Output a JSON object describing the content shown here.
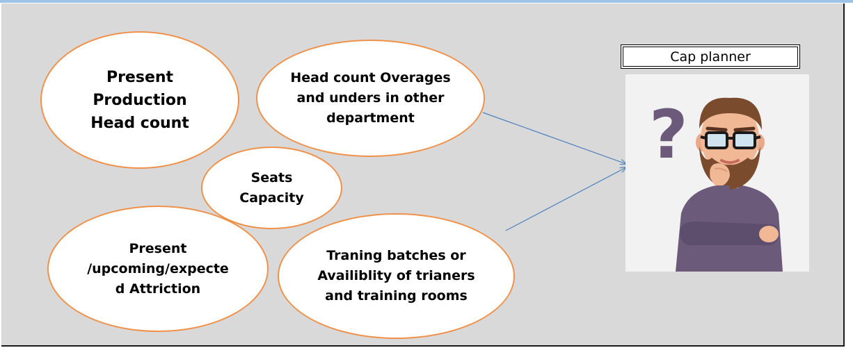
{
  "diagram": {
    "factors": [
      {
        "id": "present-production",
        "text": "Present\nProduction\nHead count"
      },
      {
        "id": "headcount-overages",
        "text": "Head count Overages\nand unders in other\ndepartment"
      },
      {
        "id": "seats-capacity",
        "text": "Seats\nCapacity"
      },
      {
        "id": "attrition",
        "text": "Present\n/upcoming/expecte\nd Attriction"
      },
      {
        "id": "training",
        "text": "Traning batches or\nAvailiblity of trianers\nand training rooms"
      }
    ],
    "target": {
      "label": "Cap planner",
      "image": "thinking-man-icon",
      "symbol": "?"
    }
  },
  "colors": {
    "background": "#d9d9d9",
    "bubble_border": "#f0914a",
    "arrow": "#4f81bd",
    "shirt": "#6b5a7a",
    "beard": "#7a4b2d"
  }
}
